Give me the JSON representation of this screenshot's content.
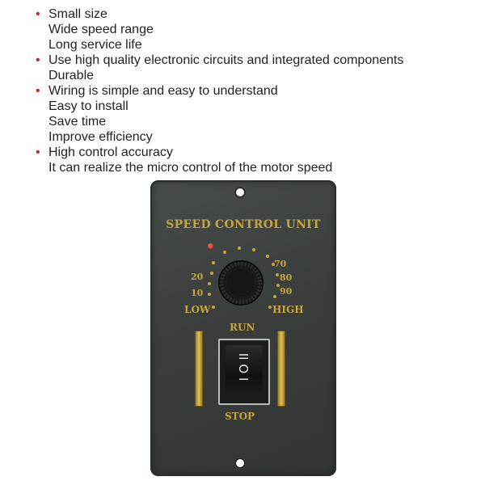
{
  "features": [
    {
      "lines": [
        "Small size",
        "Wide speed range",
        "Long service life"
      ]
    },
    {
      "lines": [
        "Use high quality electronic circuits and integrated components",
        "Durable"
      ]
    },
    {
      "lines": [
        "Wiring is simple and easy to understand",
        "Easy to install",
        "Save time",
        "Improve efficiency"
      ]
    },
    {
      "lines": [
        "High control accuracy",
        "It can realize the micro control of the motor speed"
      ]
    }
  ],
  "bullet_char": "•",
  "colors": {
    "bullet": "#d61f1f",
    "panel": "#3d4240",
    "gold": "#c7a53e",
    "led": "#e0231a"
  },
  "device": {
    "title": "SPEED CONTROL UNIT",
    "dial_labels": {
      "l20": "20",
      "l10": "10",
      "low": "LOW",
      "r70": "70",
      "r80": "80",
      "r90": "90",
      "high": "HIGH"
    },
    "run_label": "RUN",
    "stop_label": "STOP",
    "switch_marks": "I O II"
  }
}
